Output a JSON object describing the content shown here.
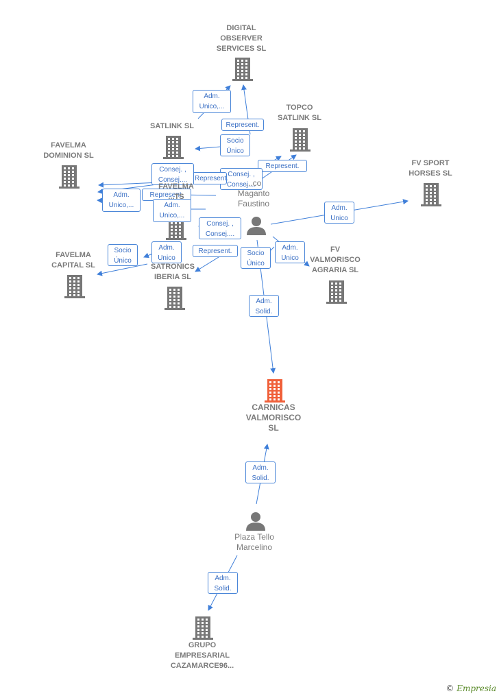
{
  "colors": {
    "edge": "#3f7fd9",
    "building": "#777777",
    "focus_building": "#f0603a",
    "person": "#777777",
    "label": "#7b7b7b"
  },
  "nodes": [
    {
      "id": "digital",
      "type": "company",
      "label": "DIGITAL\nOBSERVER\nSERVICES  SL"
    },
    {
      "id": "topco",
      "type": "company",
      "label": "TOPCO\nSATLINK  SL"
    },
    {
      "id": "satlink",
      "type": "company",
      "label": "SATLINK SL"
    },
    {
      "id": "dominion",
      "type": "company",
      "label": "FAVELMA\nDOMINION  SL"
    },
    {
      "id": "fvsport",
      "type": "company",
      "label": "FV SPORT\nHORSES  SL"
    },
    {
      "id": "favinv",
      "type": "company",
      "label": "FAVELMA\n...TS"
    },
    {
      "id": "capital",
      "type": "company",
      "label": "FAVELMA\nCAPITAL  SL"
    },
    {
      "id": "satronics",
      "type": "company",
      "label": "SATRONICS\nIBERIA  SL"
    },
    {
      "id": "fvagraria",
      "type": "company",
      "label": "FV\nVALMORISCO\nAGRARIA  SL"
    },
    {
      "id": "carnicas",
      "type": "focus",
      "label": "CARNICAS\nVALMORISCO\nSL"
    },
    {
      "id": "grupo",
      "type": "company",
      "label": "GRUPO\nEMPRESARIAL\nCAZAMARCE96..."
    },
    {
      "id": "maganto",
      "type": "person",
      "label": "...co\nMaganto\nFaustino"
    },
    {
      "id": "plaza",
      "type": "person",
      "label": "Plaza Tello\nMarcelino"
    }
  ],
  "edges": [
    {
      "id": "e1",
      "label": "Adm.\nUnico,..."
    },
    {
      "id": "e2",
      "label": "Represent."
    },
    {
      "id": "e3",
      "label": "Socio\nÚnico"
    },
    {
      "id": "e4",
      "label": "Represent."
    },
    {
      "id": "e5",
      "label": "Consej. ,\nConsej...."
    },
    {
      "id": "e6",
      "label": "Represent."
    },
    {
      "id": "e7",
      "label": "Consej. ,\nConsej...."
    },
    {
      "id": "e8",
      "label": "Represent."
    },
    {
      "id": "e9",
      "label": "Adm.\nUnico,..."
    },
    {
      "id": "e10",
      "label": "Adm.\nUnico,..."
    },
    {
      "id": "e11",
      "label": "Adm.\nUnico"
    },
    {
      "id": "e12",
      "label": "Consej. ,\nConsej...."
    },
    {
      "id": "e13",
      "label": "Socio\nÚnico"
    },
    {
      "id": "e14",
      "label": "Adm.\nUnico"
    },
    {
      "id": "e15",
      "label": "Represent."
    },
    {
      "id": "e16",
      "label": "Socio\nÚnico"
    },
    {
      "id": "e17",
      "label": "Adm.\nUnico"
    },
    {
      "id": "e18",
      "label": "Adm.\nSolid."
    },
    {
      "id": "e19",
      "label": "Adm.\nSolid."
    },
    {
      "id": "e20",
      "label": "Adm.\nSolid."
    }
  ],
  "footer": {
    "copyright": "©",
    "brand": "Empresia"
  }
}
